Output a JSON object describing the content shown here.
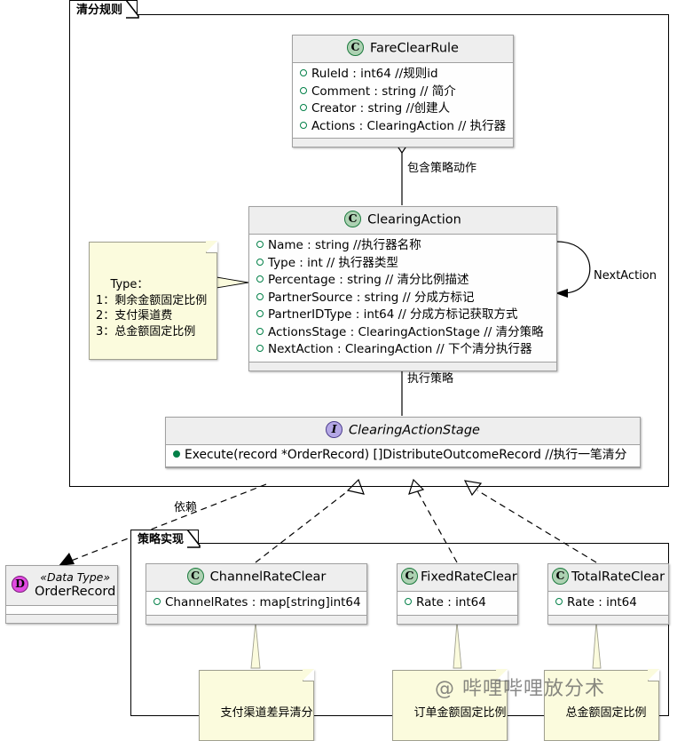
{
  "packages": [
    {
      "id": "rules",
      "label": "清分规则"
    },
    {
      "id": "impl",
      "label": "策略实现"
    }
  ],
  "classes": {
    "fare_clear_rule": {
      "stereotype_badge": "C",
      "name": "FareClearRule",
      "members": [
        "RuleId : int64 //规则id",
        "Comment : string // 简介",
        "Creator : string //创建人",
        "Actions : ClearingAction // 执行器"
      ]
    },
    "clearing_action": {
      "stereotype_badge": "C",
      "name": "ClearingAction",
      "members": [
        "Name : string //执行器名称",
        "Type : int // 执行器类型",
        "Percentage : string // 清分比例描述",
        "PartnerSource : string // 分成方标记",
        "PartnerIDType : int64 // 分成方标记获取方式",
        "ActionsStage : ClearingActionStage // 清分策略",
        "NextAction : ClearingAction // 下个清分执行器"
      ]
    },
    "clearing_action_stage": {
      "stereotype_badge": "I",
      "name": "ClearingActionStage",
      "members": [
        "Execute(record *OrderRecord) []DistributeOutcomeRecord //执行一笔清分"
      ]
    },
    "order_record": {
      "stereotype_badge": "D",
      "stereotype_text": "«Data Type»",
      "name": "OrderRecord",
      "members": []
    },
    "channel_rate_clear": {
      "stereotype_badge": "C",
      "name": "ChannelRateClear",
      "members": [
        "ChannelRates : map[string]int64"
      ]
    },
    "fixed_rate_clear": {
      "stereotype_badge": "C",
      "name": "FixedRateClear",
      "members": [
        "Rate : int64"
      ]
    },
    "total_rate_clear": {
      "stereotype_badge": "C",
      "name": "TotalRateClear",
      "members": [
        "Rate : int64"
      ]
    }
  },
  "notes": {
    "type_note": "Type：\n1：剩余金额固定比例\n2：支付渠道费\n3：总金额固定比例",
    "channel_note": "支付渠道差异清分",
    "fixed_note": "订单金额固定比例",
    "total_note": "总金额固定比例"
  },
  "edge_labels": {
    "contains_action": "包含策略动作",
    "execute_strategy": "执行策略",
    "next_action": "NextAction",
    "dependency": "依赖"
  },
  "watermark": {
    "text": "@ 哔哩哔哩放分术"
  },
  "colors": {
    "class_header": "#EEEEEE",
    "class_body": "#FEFEFE",
    "class_border": "#A0A0A0",
    "note_bg": "#FBFBDD",
    "badge_class": "#ADD1B2",
    "badge_interface": "#B4A7E5",
    "badge_datatype": "#E14BE1",
    "visibility_green": "#038048",
    "line": "#000000"
  }
}
